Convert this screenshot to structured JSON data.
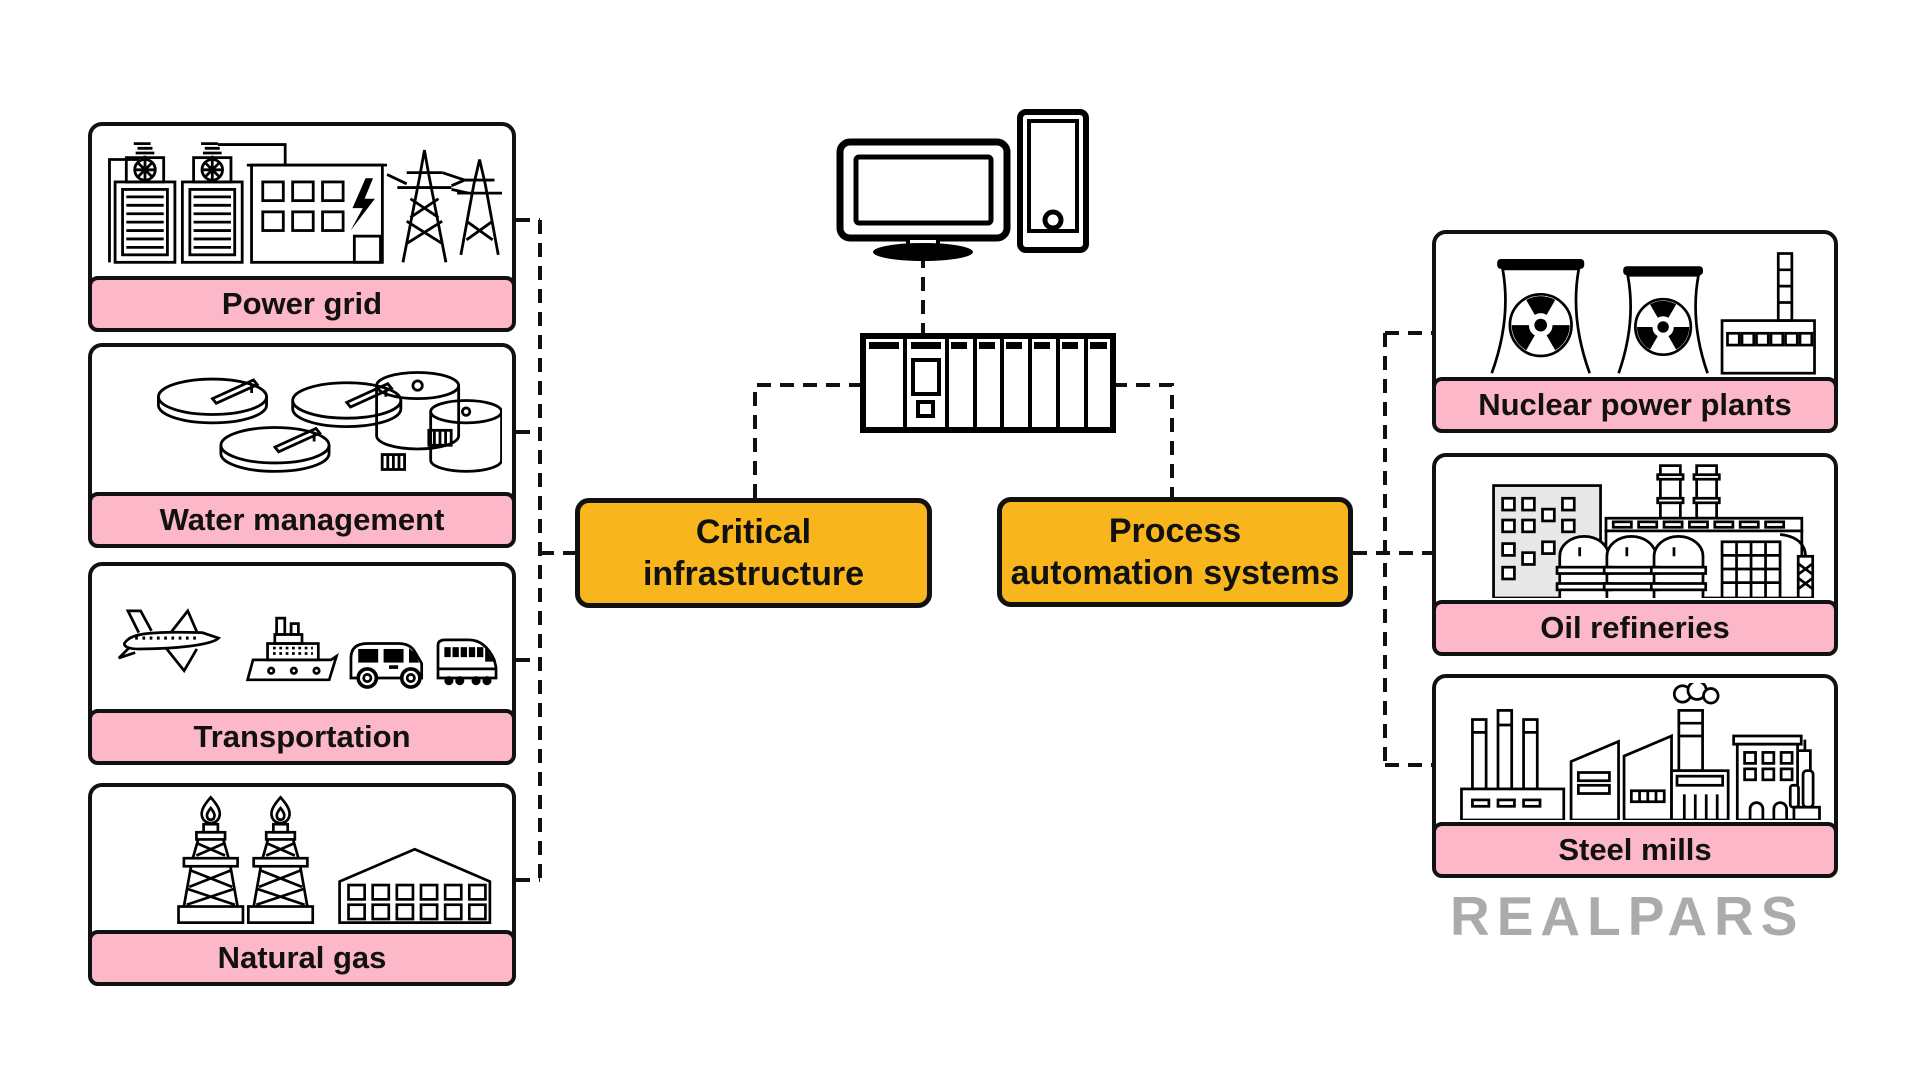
{
  "left_column": {
    "items": [
      {
        "label": "Power grid",
        "icon": "power-grid-icon"
      },
      {
        "label": "Water management",
        "icon": "water-management-icon"
      },
      {
        "label": "Transportation",
        "icon": "transportation-icon"
      },
      {
        "label": "Natural gas",
        "icon": "natural-gas-icon"
      }
    ]
  },
  "center": {
    "computer_icon": "desktop-computer-icon",
    "plc_icon": "plc-rack-icon",
    "critical_box": {
      "line1": "Critical",
      "line2": "infrastructure"
    },
    "process_box": {
      "line1": "Process",
      "line2": "automation systems"
    }
  },
  "right_column": {
    "items": [
      {
        "label": "Nuclear power plants",
        "icon": "nuclear-power-icon"
      },
      {
        "label": "Oil refineries",
        "icon": "oil-refinery-icon"
      },
      {
        "label": "Steel mills",
        "icon": "steel-mill-icon"
      }
    ]
  },
  "watermark": {
    "text": "REALPARS"
  },
  "colors": {
    "label_pink": "#FCB7C9",
    "accent_orange": "#F8B61C",
    "line_black": "#111111",
    "watermark_gray": "#ABABAB",
    "refinery_gray": "#E8E8E8"
  }
}
